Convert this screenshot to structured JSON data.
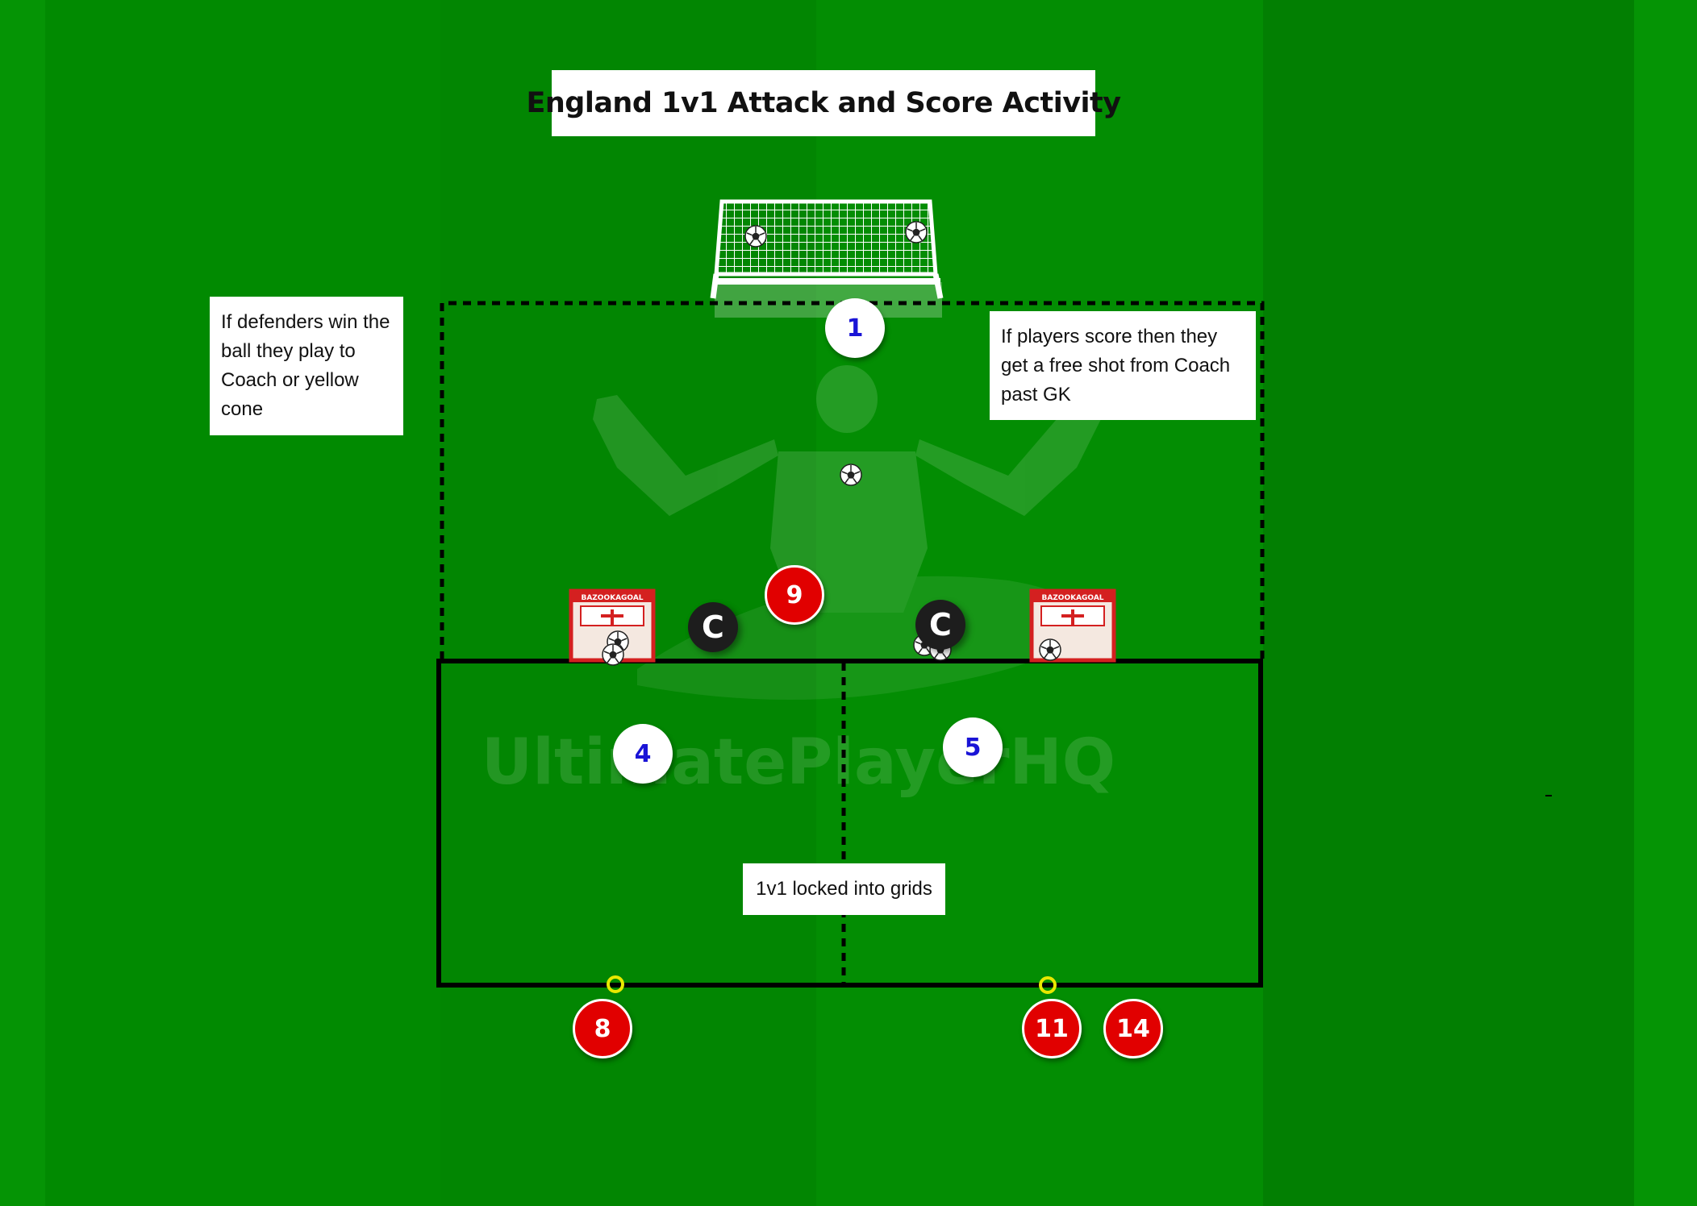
{
  "title": "England 1v1 Attack and Score Activity",
  "notes": {
    "left": "If defenders win the ball they play to Coach or yellow cone",
    "right": "If players score then they get a free shot from Coach past GK",
    "center": "1v1 locked into grids"
  },
  "watermark": "UltimatePlayerHQ",
  "mini_goal_brand": "BAZOOKAGOAL",
  "attackers": [
    {
      "number": "1",
      "role": "goalkeeper"
    },
    {
      "number": "4"
    },
    {
      "number": "5"
    }
  ],
  "defenders": [
    {
      "number": "9"
    },
    {
      "number": "8"
    },
    {
      "number": "11"
    },
    {
      "number": "14"
    }
  ],
  "coaches": [
    {
      "label": "C"
    },
    {
      "label": "C"
    }
  ],
  "colors": {
    "pitch": "#038c03",
    "pitch_stripe_dark": "#008000",
    "attacker": "#ffffff",
    "attacker_text": "#1a14d6",
    "defender": "#e10000",
    "coach": "#1d1d1d",
    "cone": "#e8e800"
  }
}
